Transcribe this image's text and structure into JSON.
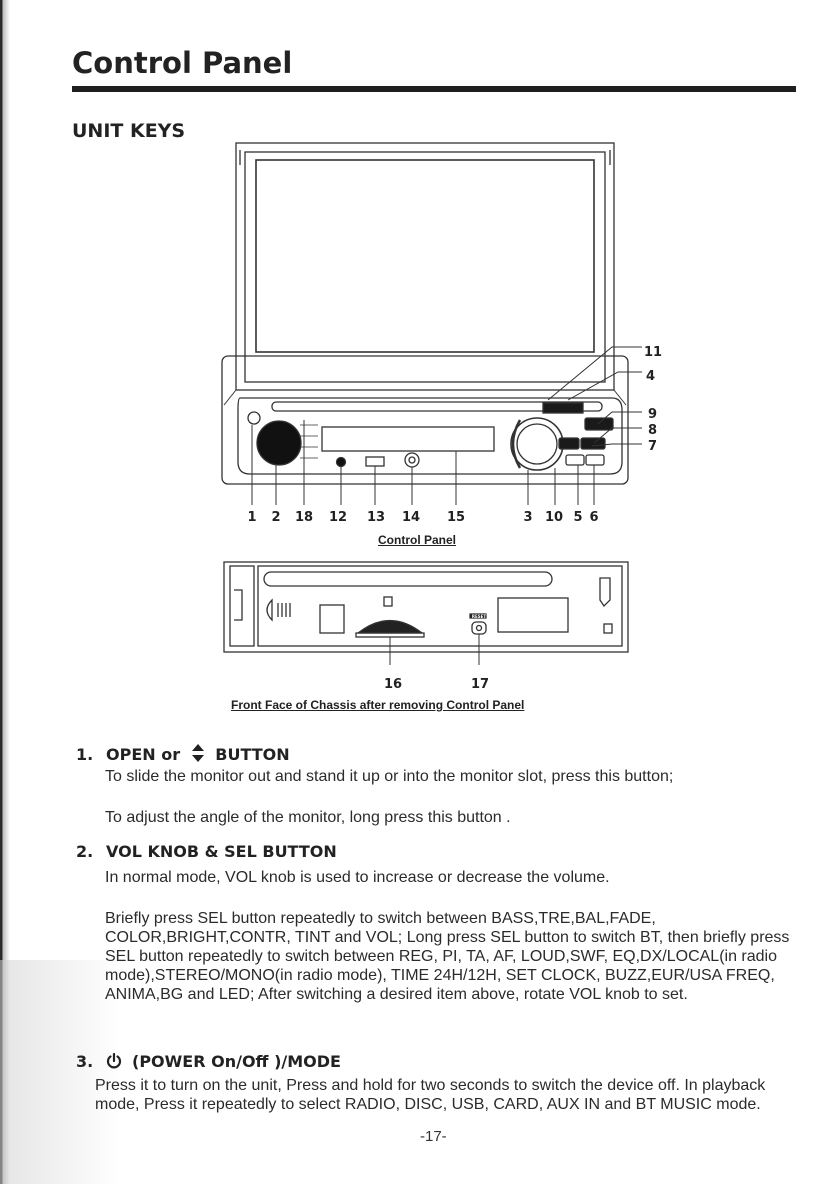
{
  "page": {
    "title": "Control Panel",
    "section": "UNIT KEYS",
    "page_number": "-17-"
  },
  "figure": {
    "caption_top": "Control Panel",
    "caption_bottom": "Front Face of Chassis after removing Control Panel",
    "callouts_right": [
      "11",
      "4",
      "9",
      "8",
      "7"
    ],
    "callouts_bottom": [
      "1",
      "2",
      "18",
      "12",
      "13",
      "14",
      "15",
      "3",
      "10",
      "5",
      "6"
    ],
    "callouts_chassis": [
      "16",
      "17"
    ],
    "reset_label": "RESET"
  },
  "items": [
    {
      "number": "1.",
      "heading_prefix": "OPEN or",
      "heading_icon": "up-down-arrow-icon",
      "heading_suffix": "BUTTON",
      "paragraphs": [
        "To slide the monitor out and stand it up or into the monitor slot, press this button;",
        "To adjust the angle of the monitor, long press this button ."
      ]
    },
    {
      "number": "2.",
      "heading": "VOL KNOB & SEL BUTTON",
      "paragraphs": [
        "In normal mode, VOL knob is used to increase or decrease the volume.",
        "Briefly press SEL button repeatedly to switch between BASS,TRE,BAL,FADE, COLOR,BRIGHT,CONTR, TINT and VOL; Long press SEL button to switch BT, then briefly press SEL button repeatedly to switch between REG, PI, TA, AF, LOUD,SWF, EQ,DX/LOCAL(in radio mode),STEREO/MONO(in radio mode), TIME 24H/12H, SET CLOCK, BUZZ,EUR/USA FREQ, ANIMA,BG and LED; After switching a desired item above, rotate VOL knob to set."
      ]
    },
    {
      "number": "3.",
      "heading_icon": "power-icon",
      "heading_suffix": "(POWER On/Off )/MODE",
      "paragraphs": [
        "Press it to turn on the unit, Press and hold for two seconds to switch the device off. In playback mode, Press it repeatedly to select RADIO, DISC, USB, CARD, AUX IN and BT MUSIC mode."
      ]
    }
  ]
}
